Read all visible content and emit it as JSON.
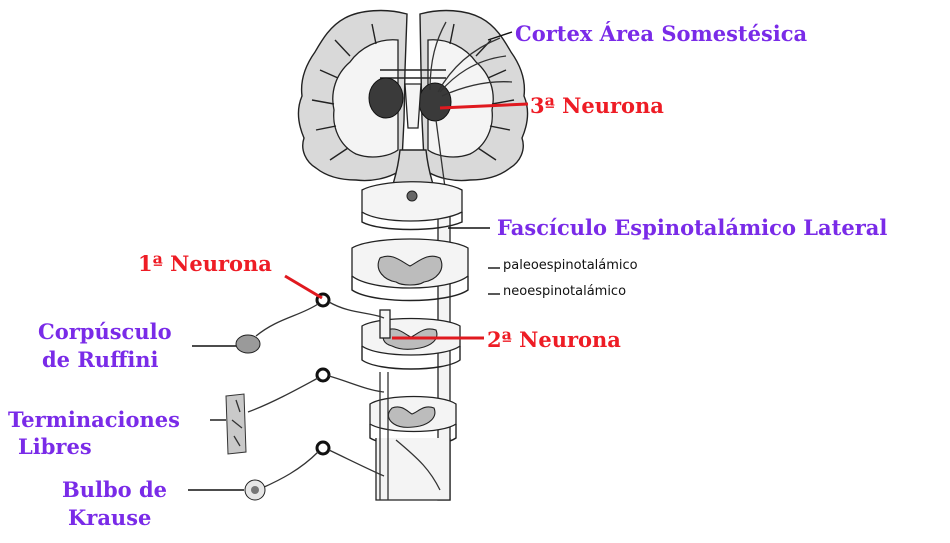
{
  "labels": {
    "cortex": "Cortex Área Somestésica",
    "neurona3": "3ª Neurona",
    "fasciculo": "Fascículo Espinotalámico Lateral",
    "paleo": "paleoespinotalámico",
    "neo": "neoespinotalámico",
    "neurona1": "1ª Neurona",
    "neurona2": "2ª Neurona",
    "corpusculo_l1": "Corpúsculo",
    "corpusculo_l2": "de Ruffini",
    "terminaciones_l1": "Terminaciones",
    "terminaciones_l2": "Libres",
    "bulbo_l1": "Bulbo de",
    "bulbo_l2": "Krause"
  },
  "colors": {
    "purple_label": "#7a2be8",
    "red_label": "#ee1c25",
    "background": "#ffffff"
  }
}
